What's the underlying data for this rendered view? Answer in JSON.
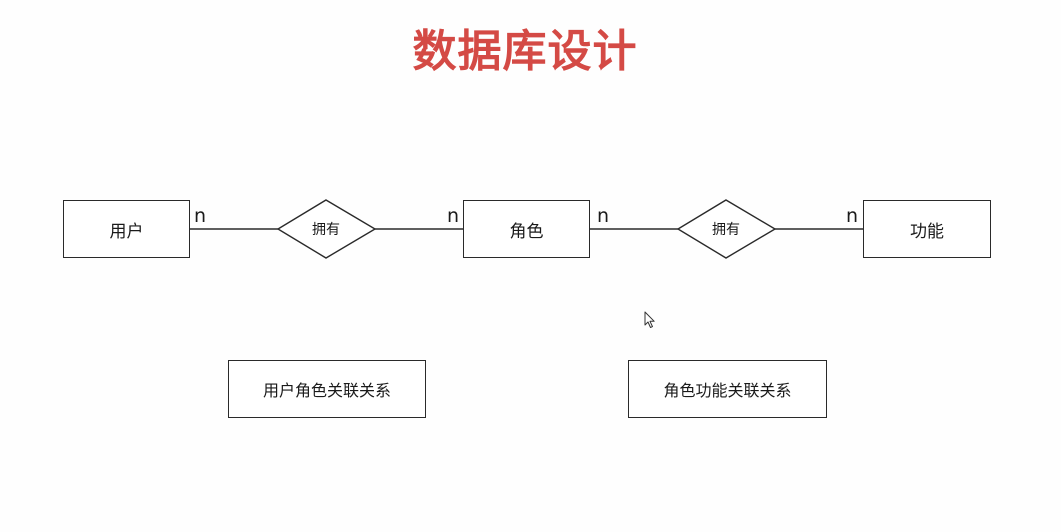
{
  "title": "数据库设计",
  "colors": {
    "title": "#d44a45",
    "line": "#2a2a2a"
  },
  "entities": {
    "user": "用户",
    "role": "角色",
    "function": "功能"
  },
  "relationships": {
    "user_role": "拥有",
    "role_function": "拥有"
  },
  "cardinalities": {
    "user_side": "n",
    "role_left": "n",
    "role_right": "n",
    "function_side": "n"
  },
  "tables": {
    "user_role": "用户角色关联关系",
    "role_function": "角色功能关联关系"
  },
  "cursor_icon": "arrow-cursor-icon"
}
